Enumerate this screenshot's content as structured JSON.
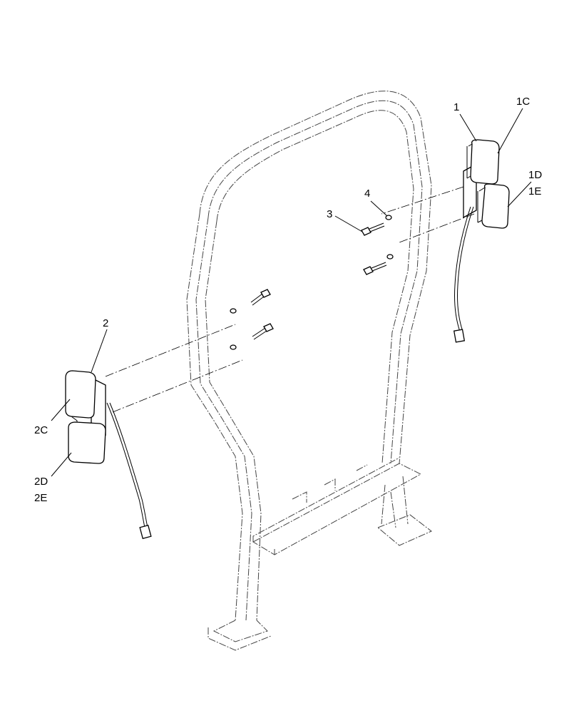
{
  "callouts": {
    "c1": "1",
    "c1c": "1C",
    "c1d": "1D",
    "c1e": "1E",
    "c2": "2",
    "c2c": "2C",
    "c2d": "2D",
    "c2e": "2E",
    "c3": "3",
    "c4": "4"
  }
}
